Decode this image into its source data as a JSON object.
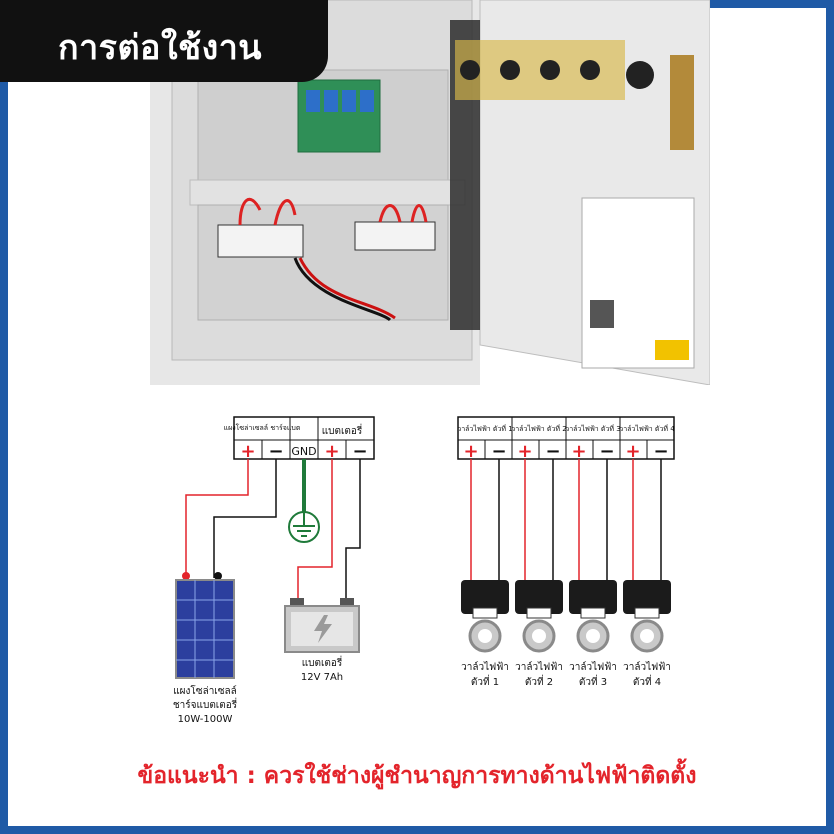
{
  "header": {
    "title": "การต่อใช้งาน"
  },
  "colors": {
    "border": "#1f5aa6",
    "header_bg": "#111111",
    "red_wire": "#e3242b",
    "ground": "#1f7a3a"
  },
  "diagram": {
    "left_block": {
      "solar_header": "แผงโซล่าเซลล์ ชาร์จแบต",
      "battery_header": "แบตเตอรี่",
      "plus": "+",
      "minus": "−",
      "gnd": "GND"
    },
    "solar_panel": {
      "line1": "แผงโซล่าเซลล์",
      "line2": "ชาร์จแบตเตอรี่",
      "line3": "10W-100W"
    },
    "battery": {
      "line1": "แบตเตอรี่",
      "line2": "12V 7Ah"
    },
    "valves": [
      {
        "header": "วาล์วไฟฟ้า ตัวที่ 1",
        "name": "วาล์วไฟฟ้า",
        "num": "ตัวที่ 1"
      },
      {
        "header": "วาล์วไฟฟ้า ตัวที่ 2",
        "name": "วาล์วไฟฟ้า",
        "num": "ตัวที่ 2"
      },
      {
        "header": "วาล์วไฟฟ้า ตัวที่ 3",
        "name": "วาล์วไฟฟ้า",
        "num": "ตัวที่ 3"
      },
      {
        "header": "วาล์วไฟฟ้า ตัวที่ 4",
        "name": "วาล์วไฟฟ้า",
        "num": "ตัวที่ 4"
      }
    ]
  },
  "tip": "ข้อแนะนำ : ควรใช้ช่างผู้ชำนาญการทางด้านไฟฟ้าติดตั้ง"
}
